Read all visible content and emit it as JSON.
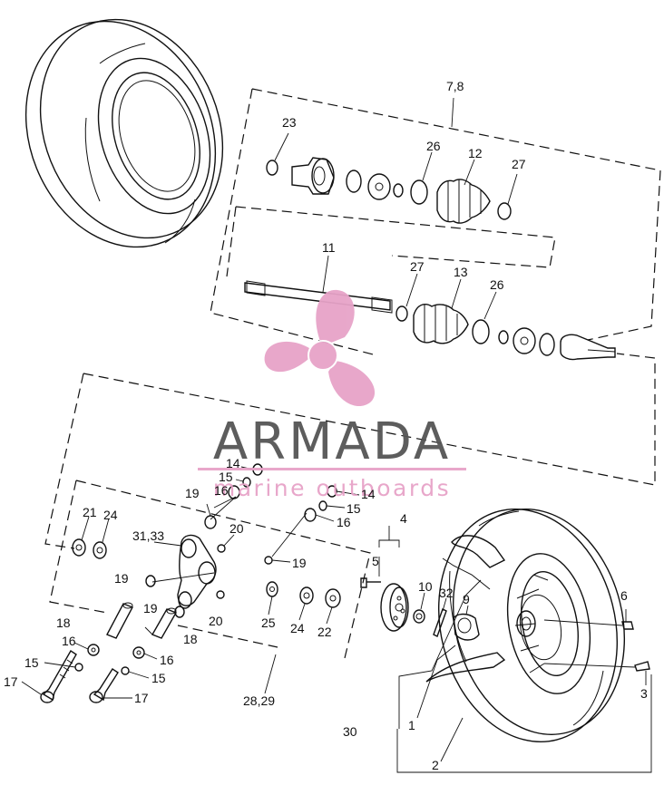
{
  "watermark": {
    "brand": "ARMADA",
    "tagline": "marine outboards",
    "brand_color": "#555555",
    "accent_color": "#e7a3c8"
  },
  "callouts": [
    {
      "id": "c-7-8",
      "text": "7,8"
    },
    {
      "id": "c-23",
      "text": "23"
    },
    {
      "id": "c-26a",
      "text": "26"
    },
    {
      "id": "c-12",
      "text": "12"
    },
    {
      "id": "c-27a",
      "text": "27"
    },
    {
      "id": "c-11",
      "text": "11"
    },
    {
      "id": "c-27b",
      "text": "27"
    },
    {
      "id": "c-13",
      "text": "13"
    },
    {
      "id": "c-26b",
      "text": "26"
    },
    {
      "id": "c-14a",
      "text": "14"
    },
    {
      "id": "c-15a",
      "text": "15"
    },
    {
      "id": "c-16a",
      "text": "16"
    },
    {
      "id": "c-14b",
      "text": "14"
    },
    {
      "id": "c-15b",
      "text": "15"
    },
    {
      "id": "c-16b",
      "text": "16"
    },
    {
      "id": "c-21",
      "text": "21"
    },
    {
      "id": "c-24a",
      "text": "24"
    },
    {
      "id": "c-19a",
      "text": "19"
    },
    {
      "id": "c-31-33",
      "text": "31,33"
    },
    {
      "id": "c-20a",
      "text": "20"
    },
    {
      "id": "c-19b",
      "text": "19"
    },
    {
      "id": "c-19c",
      "text": "19"
    },
    {
      "id": "c-19d",
      "text": "19"
    },
    {
      "id": "c-20b",
      "text": "20"
    },
    {
      "id": "c-4",
      "text": "4"
    },
    {
      "id": "c-5",
      "text": "5"
    },
    {
      "id": "c-10",
      "text": "10"
    },
    {
      "id": "c-32",
      "text": "32"
    },
    {
      "id": "c-9",
      "text": "9"
    },
    {
      "id": "c-6",
      "text": "6"
    },
    {
      "id": "c-25",
      "text": "25"
    },
    {
      "id": "c-24b",
      "text": "24"
    },
    {
      "id": "c-22",
      "text": "22"
    },
    {
      "id": "c-18a",
      "text": "18"
    },
    {
      "id": "c-18b",
      "text": "18"
    },
    {
      "id": "c-16c",
      "text": "16"
    },
    {
      "id": "c-16d",
      "text": "16"
    },
    {
      "id": "c-15c",
      "text": "15"
    },
    {
      "id": "c-15d",
      "text": "15"
    },
    {
      "id": "c-17a",
      "text": "17"
    },
    {
      "id": "c-17b",
      "text": "17"
    },
    {
      "id": "c-28-29",
      "text": "28,29"
    },
    {
      "id": "c-3",
      "text": "3"
    },
    {
      "id": "c-30",
      "text": "30"
    },
    {
      "id": "c-1",
      "text": "1"
    },
    {
      "id": "c-2",
      "text": "2"
    }
  ]
}
